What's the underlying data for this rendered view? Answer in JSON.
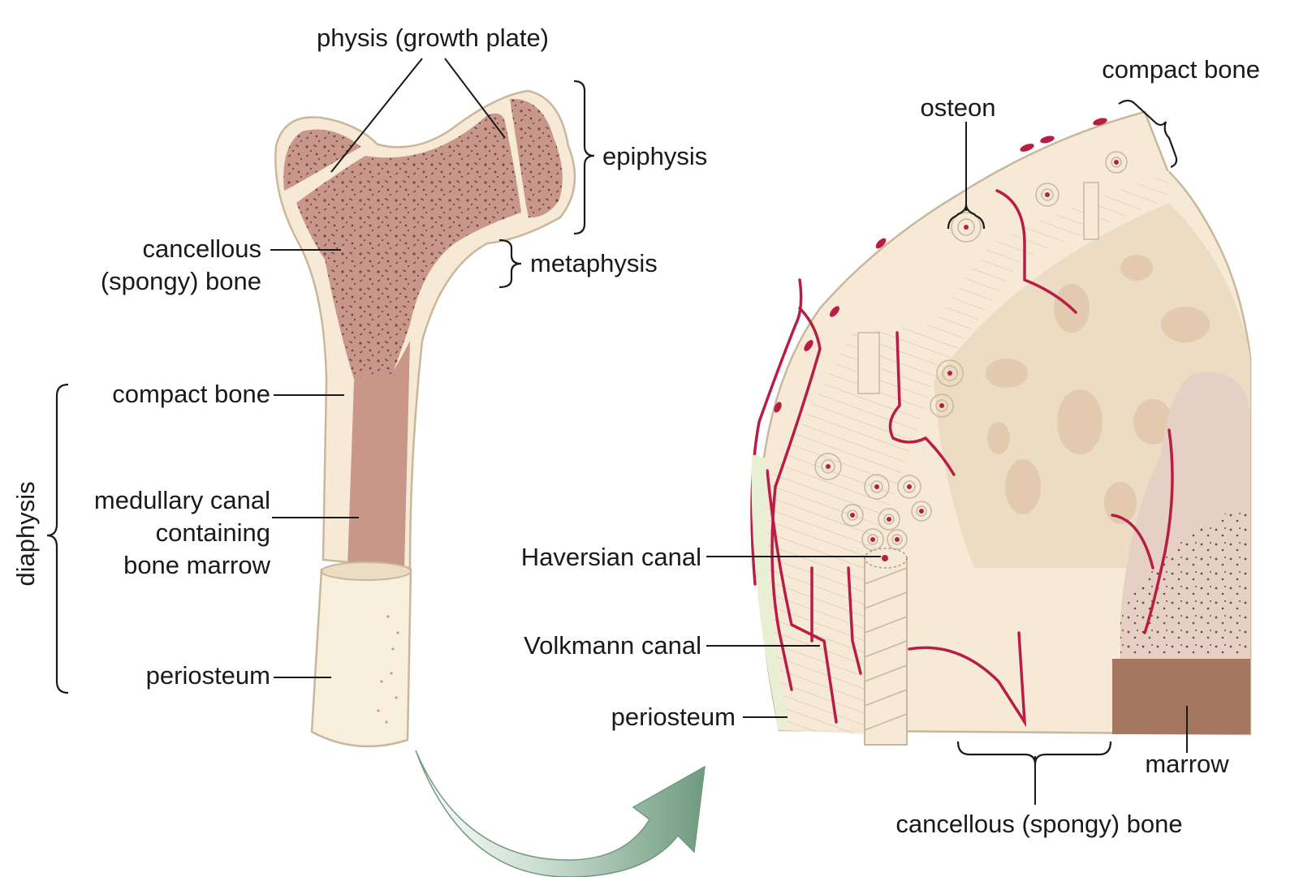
{
  "labels": {
    "physis": "physis (growth plate)",
    "epiphysis": "epiphysis",
    "metaphysis": "metaphysis",
    "cancellous_left_line1": "cancellous",
    "cancellous_left_line2": "(spongy) bone",
    "compact_bone_left": "compact bone",
    "diaphysis": "diaphysis",
    "medullary_line1": "medullary canal",
    "medullary_line2": "containing",
    "medullary_line3": "bone marrow",
    "periosteum_left": "periosteum",
    "osteon": "osteon",
    "compact_bone_right": "compact bone",
    "haversian_canal": "Haversian canal",
    "volkmann_canal": "Volkmann canal",
    "periosteum_right": "periosteum",
    "marrow": "marrow",
    "cancellous_right": "cancellous (spongy) bone"
  },
  "colors": {
    "bone_light": "#f6ead6",
    "bone_outline": "#c9b79c",
    "spongy": "#c8978a",
    "spongy_dots": "#6e4a40",
    "marrow": "#a47760",
    "vessel": "#b81e45",
    "arrow": "#6f9a80"
  }
}
